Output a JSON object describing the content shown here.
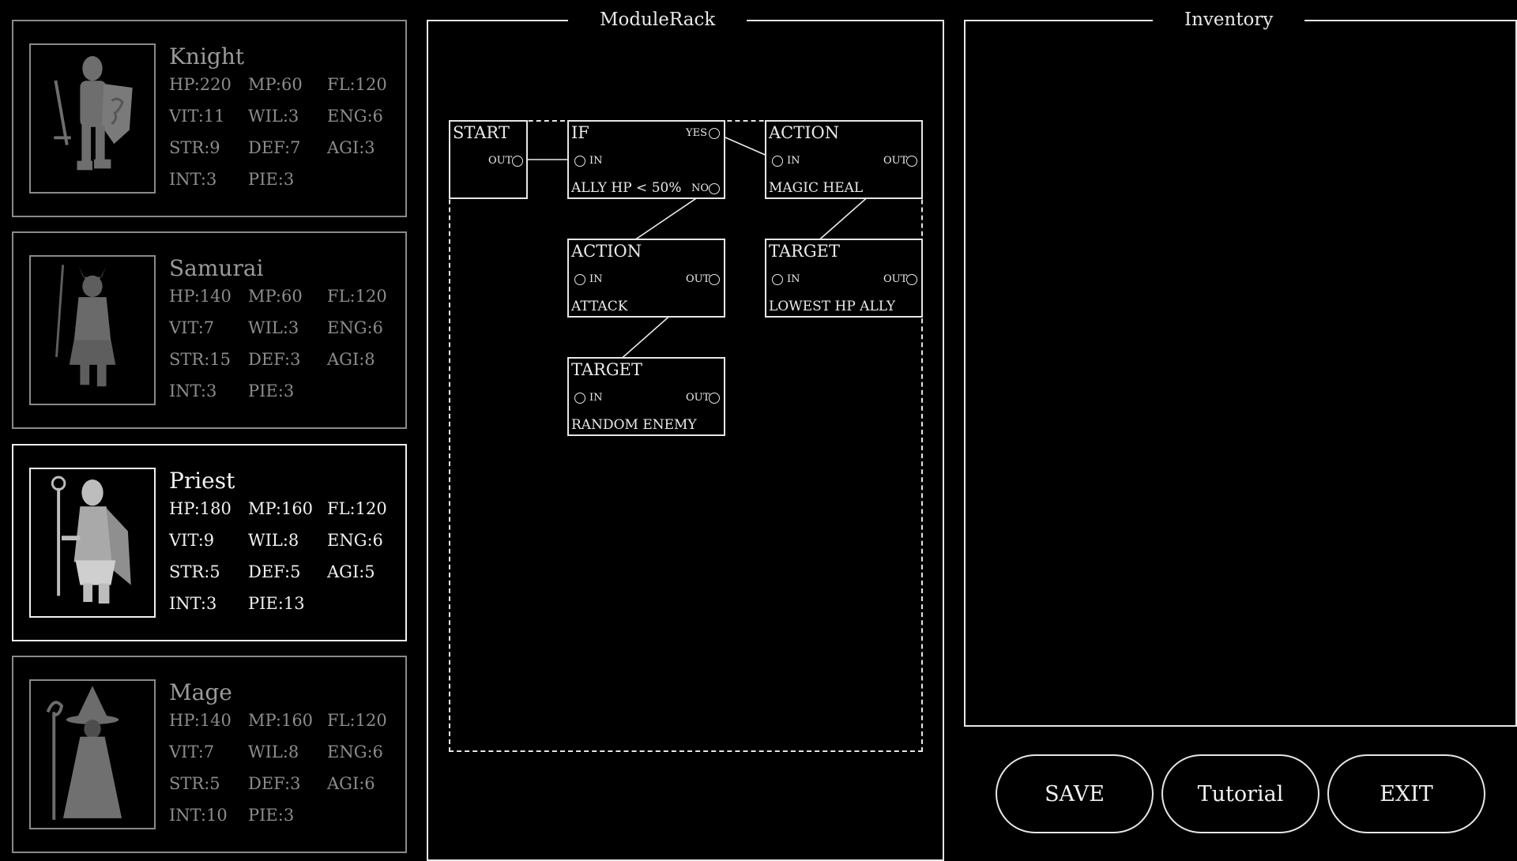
{
  "characters": [
    {
      "name": "Knight",
      "hp": "HP:220",
      "mp": "MP:60",
      "fl": "FL:120",
      "vit": "VIT:11",
      "wil": "WIL:3",
      "eng": "ENG:6",
      "str": "STR:9",
      "def": "DEF:7",
      "agi": "AGI:3",
      "int": "INT:3",
      "pie": "PIE:3",
      "selected": false
    },
    {
      "name": "Samurai",
      "hp": "HP:140",
      "mp": "MP:60",
      "fl": "FL:120",
      "vit": "VIT:7",
      "wil": "WIL:3",
      "eng": "ENG:6",
      "str": "STR:15",
      "def": "DEF:3",
      "agi": "AGI:8",
      "int": "INT:3",
      "pie": "PIE:3",
      "selected": false
    },
    {
      "name": "Priest",
      "hp": "HP:180",
      "mp": "MP:160",
      "fl": "FL:120",
      "vit": "VIT:9",
      "wil": "WIL:8",
      "eng": "ENG:6",
      "str": "STR:5",
      "def": "DEF:5",
      "agi": "AGI:5",
      "int": "INT:3",
      "pie": "PIE:13",
      "selected": true
    },
    {
      "name": "Mage",
      "hp": "HP:140",
      "mp": "MP:160",
      "fl": "FL:120",
      "vit": "VIT:7",
      "wil": "WIL:8",
      "eng": "ENG:6",
      "str": "STR:5",
      "def": "DEF:3",
      "agi": "AGI:6",
      "int": "INT:10",
      "pie": "PIE:3",
      "selected": false
    }
  ],
  "module_rack": {
    "title": "ModuleRack",
    "nodes": {
      "start": {
        "title": "START",
        "out": "OUT"
      },
      "if": {
        "title": "IF",
        "in": "IN",
        "yes": "YES",
        "no": "NO",
        "value": "ALLY HP < 50%"
      },
      "action_heal": {
        "title": "ACTION",
        "in": "IN",
        "out": "OUT",
        "value": "MAGIC HEAL"
      },
      "action_attack": {
        "title": "ACTION",
        "in": "IN",
        "out": "OUT",
        "value": "ATTACK"
      },
      "target_ally": {
        "title": "TARGET",
        "in": "IN",
        "out": "OUT",
        "value": "LOWEST HP ALLY"
      },
      "target_enemy": {
        "title": "TARGET",
        "in": "IN",
        "out": "OUT",
        "value": "RANDOM ENEMY"
      }
    }
  },
  "inventory": {
    "title": "Inventory"
  },
  "buttons": {
    "save": "SAVE",
    "tutorial": "Tutorial",
    "exit": "EXIT"
  }
}
